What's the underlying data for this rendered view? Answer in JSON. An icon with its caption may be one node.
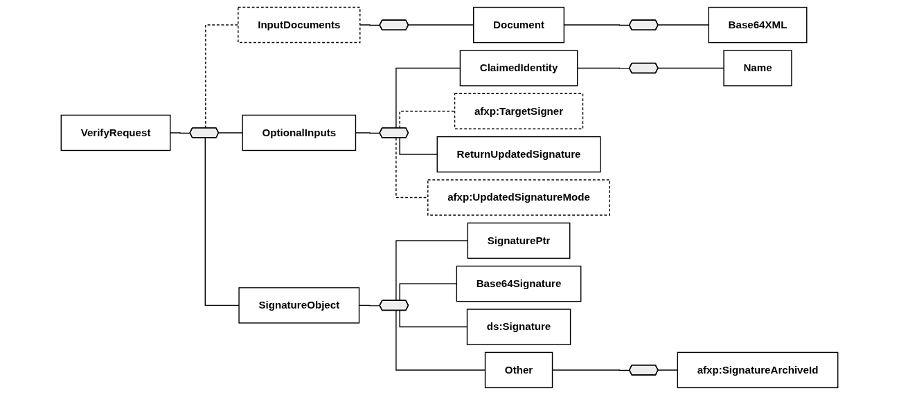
{
  "diagram": {
    "nodes": [
      {
        "text": [
          "VerifyRequest"
        ]
      },
      {
        "text": [],
        "shape": "octagon"
      },
      {
        "text": [
          "InputDocuments"
        ]
      },
      {
        "text": [],
        "shape": "octagon"
      },
      {
        "text": [
          "Document"
        ]
      },
      {
        "text": [],
        "shape": "octagon"
      },
      {
        "text": [
          "Base64XML"
        ]
      },
      {
        "text": [
          "OptionalInputs"
        ]
      },
      {
        "text": [],
        "shape": "octagon"
      },
      {
        "text": [
          "ClaimedIdentity"
        ]
      },
      {
        "text": [],
        "shape": "octagon"
      },
      {
        "text": [
          "Name"
        ]
      },
      {
        "text": [
          "afxp:TargetSigner"
        ]
      },
      {
        "text": [
          "ReturnUpdatedSignature"
        ]
      },
      {
        "text": [
          "afxp:UpdatedSignatureMode"
        ]
      },
      {
        "text": [
          "SignatureObject"
        ]
      },
      {
        "text": [],
        "shape": "octagon"
      },
      {
        "text": [
          "SignaturePtr"
        ]
      },
      {
        "text": [
          "Base64Signature"
        ]
      },
      {
        "text": [
          "ds:Signature"
        ]
      },
      {
        "text": [
          "Other"
        ]
      },
      {
        "text": [],
        "shape": "octagon"
      },
      {
        "text": [
          "afxp:SignatureArchiveId"
        ]
      }
    ],
    "edges": [
      {
        "from": 0,
        "to": 1,
        "arrow": "none"
      },
      {
        "from": 1,
        "to": 2,
        "arrow": "none",
        "style": "dashed"
      },
      {
        "from": 1,
        "to": 7,
        "arrow": "none"
      },
      {
        "from": 1,
        "to": 15,
        "arrow": "none"
      },
      {
        "from": 2,
        "to": 3,
        "arrow": "none"
      },
      {
        "from": 3,
        "to": 4,
        "arrow": "none"
      },
      {
        "from": 4,
        "to": 5,
        "arrow": "none"
      },
      {
        "from": 5,
        "to": 6,
        "arrow": "none"
      },
      {
        "from": 7,
        "to": 8,
        "arrow": "none"
      },
      {
        "from": 8,
        "to": 9,
        "arrow": "none"
      },
      {
        "from": 9,
        "to": 10,
        "arrow": "none"
      },
      {
        "from": 10,
        "to": 11,
        "arrow": "none"
      },
      {
        "from": 8,
        "to": 12,
        "arrow": "none",
        "style": "dashed"
      },
      {
        "from": 8,
        "to": 13,
        "arrow": "none"
      },
      {
        "from": 8,
        "to": 14,
        "arrow": "none",
        "style": "dashed"
      },
      {
        "from": 15,
        "to": 16,
        "arrow": "none"
      },
      {
        "from": 16,
        "to": 17,
        "arrow": "none"
      },
      {
        "from": 16,
        "to": 18,
        "arrow": "none"
      },
      {
        "from": 16,
        "to": 19,
        "arrow": "none"
      },
      {
        "from": 16,
        "to": 20,
        "arrow": "none"
      },
      {
        "from": 20,
        "to": 21,
        "arrow": "none"
      },
      {
        "from": 21,
        "to": 22,
        "arrow": "none"
      }
    ]
  }
}
